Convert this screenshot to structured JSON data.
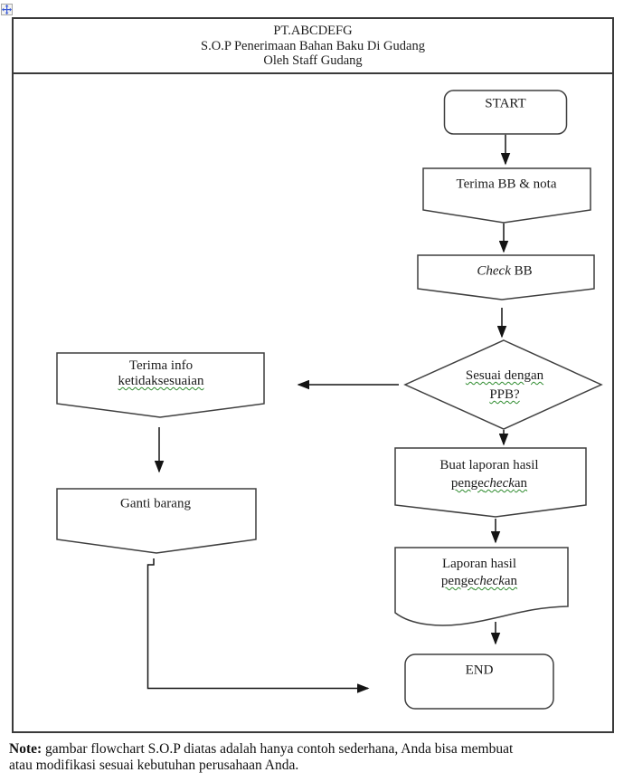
{
  "header": {
    "company": "PT.ABCDEFG",
    "title": "S.O.P Penerimaan Bahan Baku Di Gudang",
    "subtitle": "Oleh Staff Gudang"
  },
  "flowchart": {
    "start": {
      "label": "START"
    },
    "terima_bb": {
      "label": "Terima BB & nota"
    },
    "check_bb": {
      "italic": "Check",
      "rest": " BB"
    },
    "decision": {
      "line1": "Sesuai dengan",
      "line2": "PPB?"
    },
    "terima_info": {
      "line1": "Terima info",
      "line2": "ketidaksesuaian"
    },
    "ganti_barang": {
      "label": "Ganti barang"
    },
    "buat_laporan": {
      "line1": "Buat laporan hasil",
      "word_prefix": "penge",
      "word_italic": "check",
      "word_suffix": "an"
    },
    "laporan_dok": {
      "line1": "Laporan hasil",
      "word_prefix": "penge",
      "word_italic": "check",
      "word_suffix": "an"
    },
    "end": {
      "label": "END"
    }
  },
  "note": {
    "label": "Note:",
    "line1": " gambar flowchart S.O.P diatas adalah hanya contoh sederhana, Anda bisa membuat",
    "line2": "atau modifikasi sesuai kebutuhan perusahaan Anda."
  },
  "icons": {
    "move_handle": "move-icon"
  },
  "colors": {
    "shape_border": "#3f3f3f",
    "arrow": "#141414",
    "outer_border": "#3a3a3a",
    "spellcheck_underline": "#2e8b2e",
    "move_handle_blue": "#3b5bd6",
    "background": "#ffffff"
  }
}
